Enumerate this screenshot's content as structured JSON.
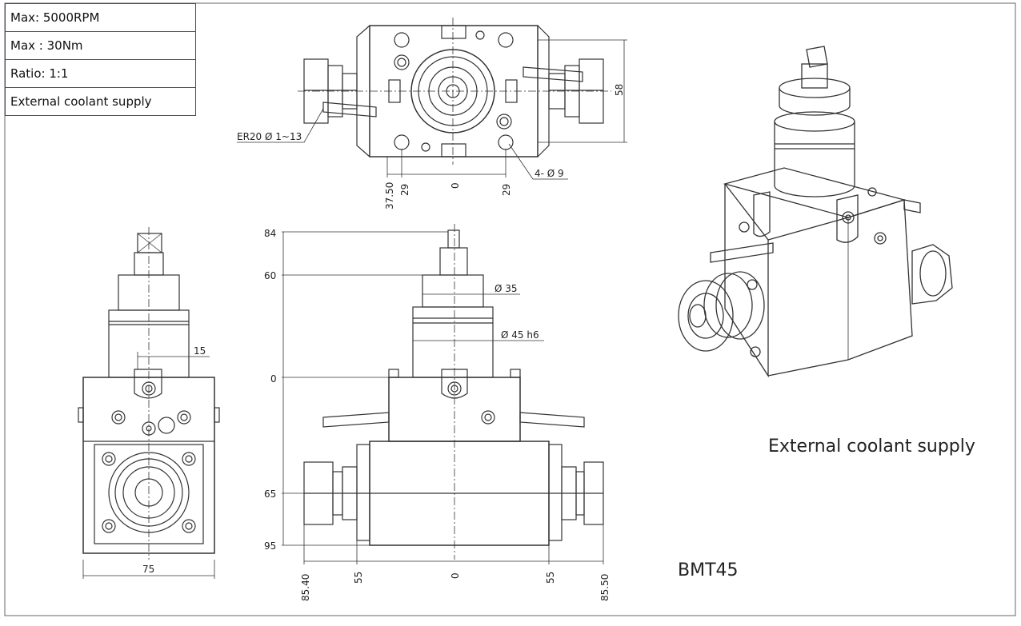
{
  "specs": {
    "max_rpm": "Max: 5000RPM",
    "max_torque": "Max : 30Nm",
    "ratio": "Ratio:  1:1",
    "coolant": "External coolant supply"
  },
  "top_view": {
    "collet_label": "ER20 Ø 1~13",
    "holes_label": "4- Ø 9",
    "dim_height": "58",
    "dim_x": [
      "37.50",
      "29",
      "0",
      "29"
    ]
  },
  "side_view": {
    "dim_15": "15",
    "dim_75": "75"
  },
  "front_view": {
    "heights": [
      "84",
      "60",
      "0",
      "65",
      "95"
    ],
    "dia_35": "Ø 35",
    "dia_45": "Ø 45 h6",
    "widths": [
      "85.40",
      "55",
      "0",
      "55",
      "85.50"
    ]
  },
  "iso_caption": "External coolant supply",
  "model": "BMT45"
}
